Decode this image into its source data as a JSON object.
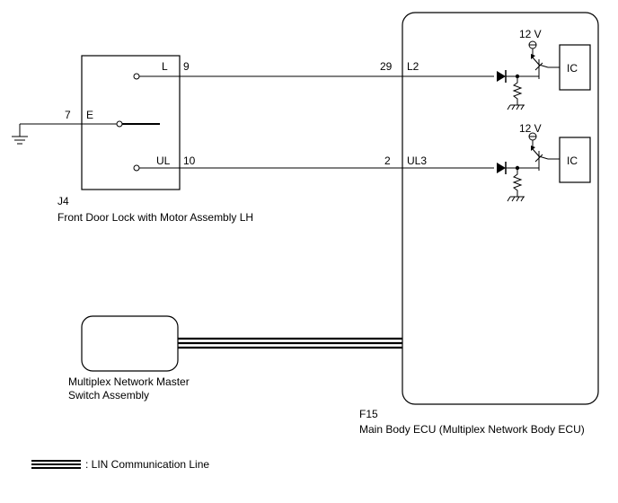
{
  "j4": {
    "code": "J4",
    "name": "Front Door Lock with Motor Assembly LH",
    "pin_l_label": "L",
    "pin_l_num": "9",
    "pin_e_label": "E",
    "pin_e_num": "7",
    "pin_ul_label": "UL",
    "pin_ul_num": "10"
  },
  "f15": {
    "code": "F15",
    "name": "Main Body ECU (Multiplex Network Body ECU)",
    "pin_l2_label": "L2",
    "pin_l2_num": "29",
    "pin_ul3_label": "UL3",
    "pin_ul3_num": "2",
    "supply_top": "12 V",
    "supply_bottom": "12 V",
    "ic_top": "IC",
    "ic_bottom": "IC"
  },
  "master_switch": {
    "name_line1": "Multiplex Network Master",
    "name_line2": "Switch Assembly"
  },
  "legend": {
    "lin_label": ": LIN Communication Line"
  },
  "icons": [
    "ground-symbol",
    "diode",
    "transistor",
    "resistor"
  ]
}
